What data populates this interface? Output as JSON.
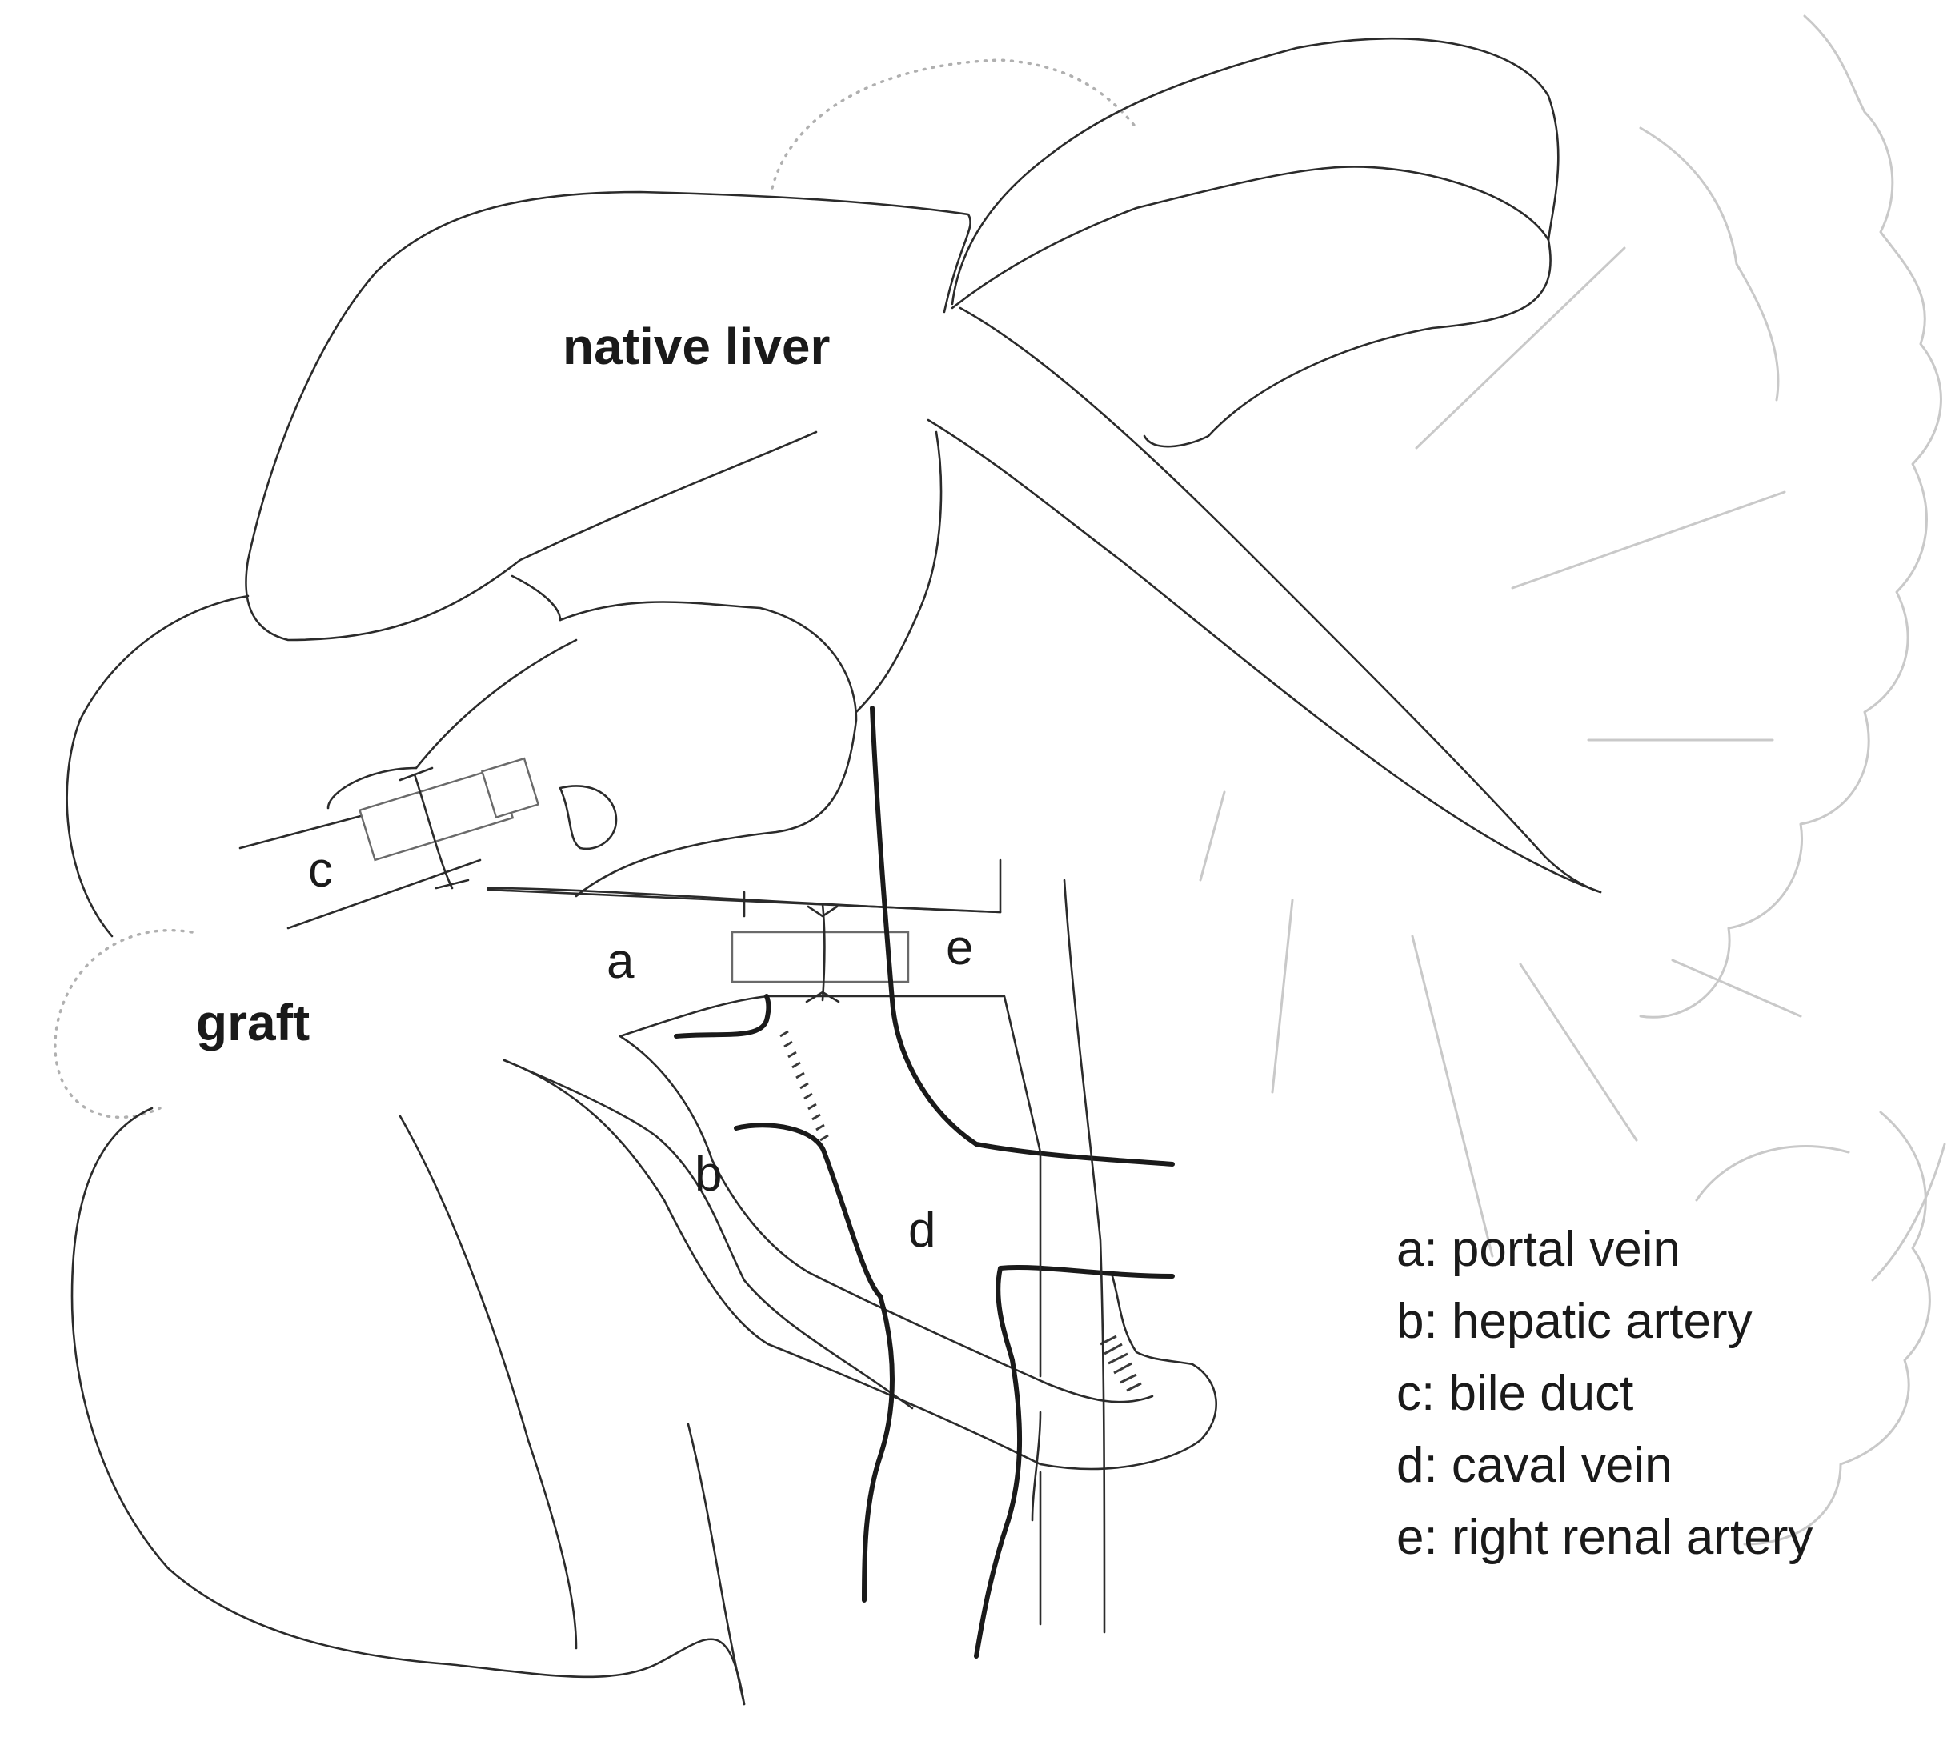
{
  "labels": {
    "native_liver": "native liver",
    "graft": "graft",
    "a": "a",
    "b": "b",
    "c": "c",
    "d": "d",
    "e": "e"
  },
  "legend": [
    {
      "key": "a",
      "text": "a: portal vein"
    },
    {
      "key": "b",
      "text": "b: hepatic artery"
    },
    {
      "key": "c",
      "text": "c: bile duct"
    },
    {
      "key": "d",
      "text": "d: caval vein"
    },
    {
      "key": "e",
      "text": "e: right renal artery"
    }
  ]
}
